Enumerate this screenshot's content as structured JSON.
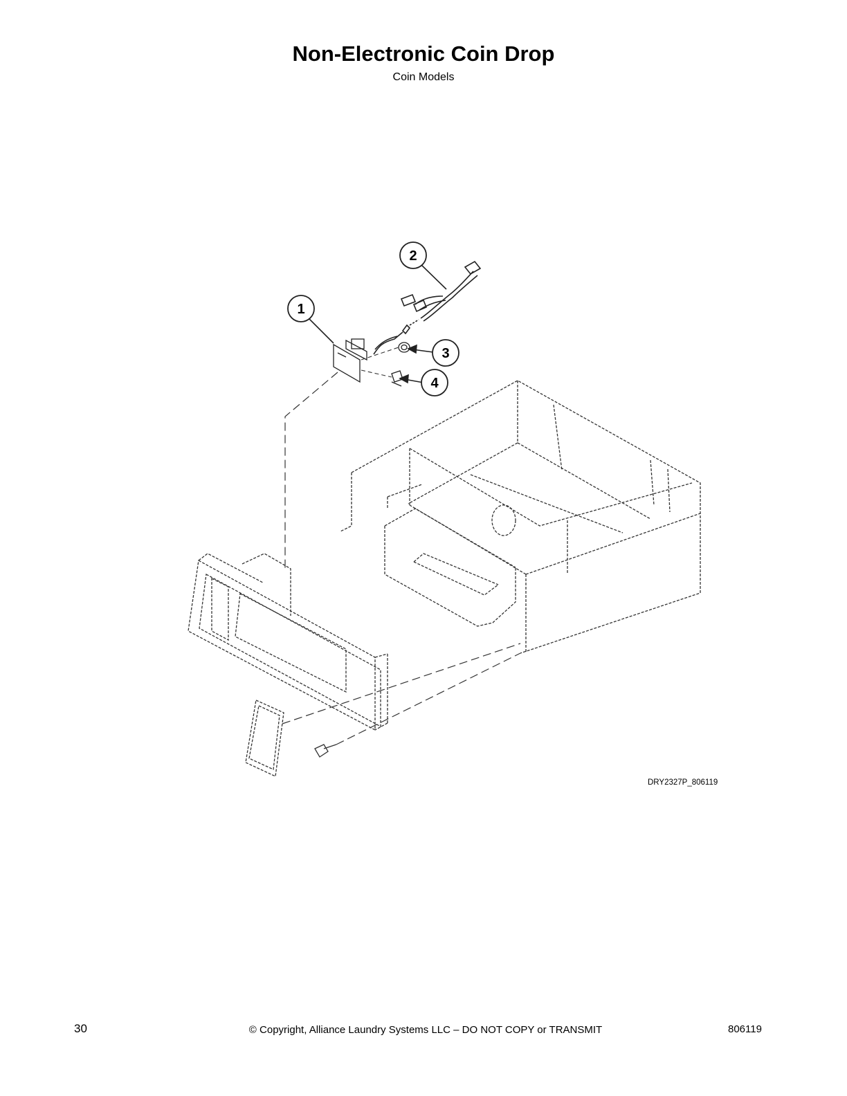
{
  "page": {
    "title": "Non-Electronic Coin Drop",
    "subtitle": "Coin Models"
  },
  "diagram": {
    "drawing_id": "DRY2327P_806119",
    "callouts": [
      "1",
      "2",
      "3",
      "4"
    ],
    "parts": [
      "coin-drop-bracket",
      "wire-harness",
      "grommet",
      "clip",
      "cabinet",
      "control-panel",
      "cover-plate",
      "screw"
    ]
  },
  "footer": {
    "page_number": "30",
    "copyright": "© Copyright, Alliance Laundry Systems LLC – DO NOT COPY or TRANSMIT",
    "doc_number": "806119"
  }
}
